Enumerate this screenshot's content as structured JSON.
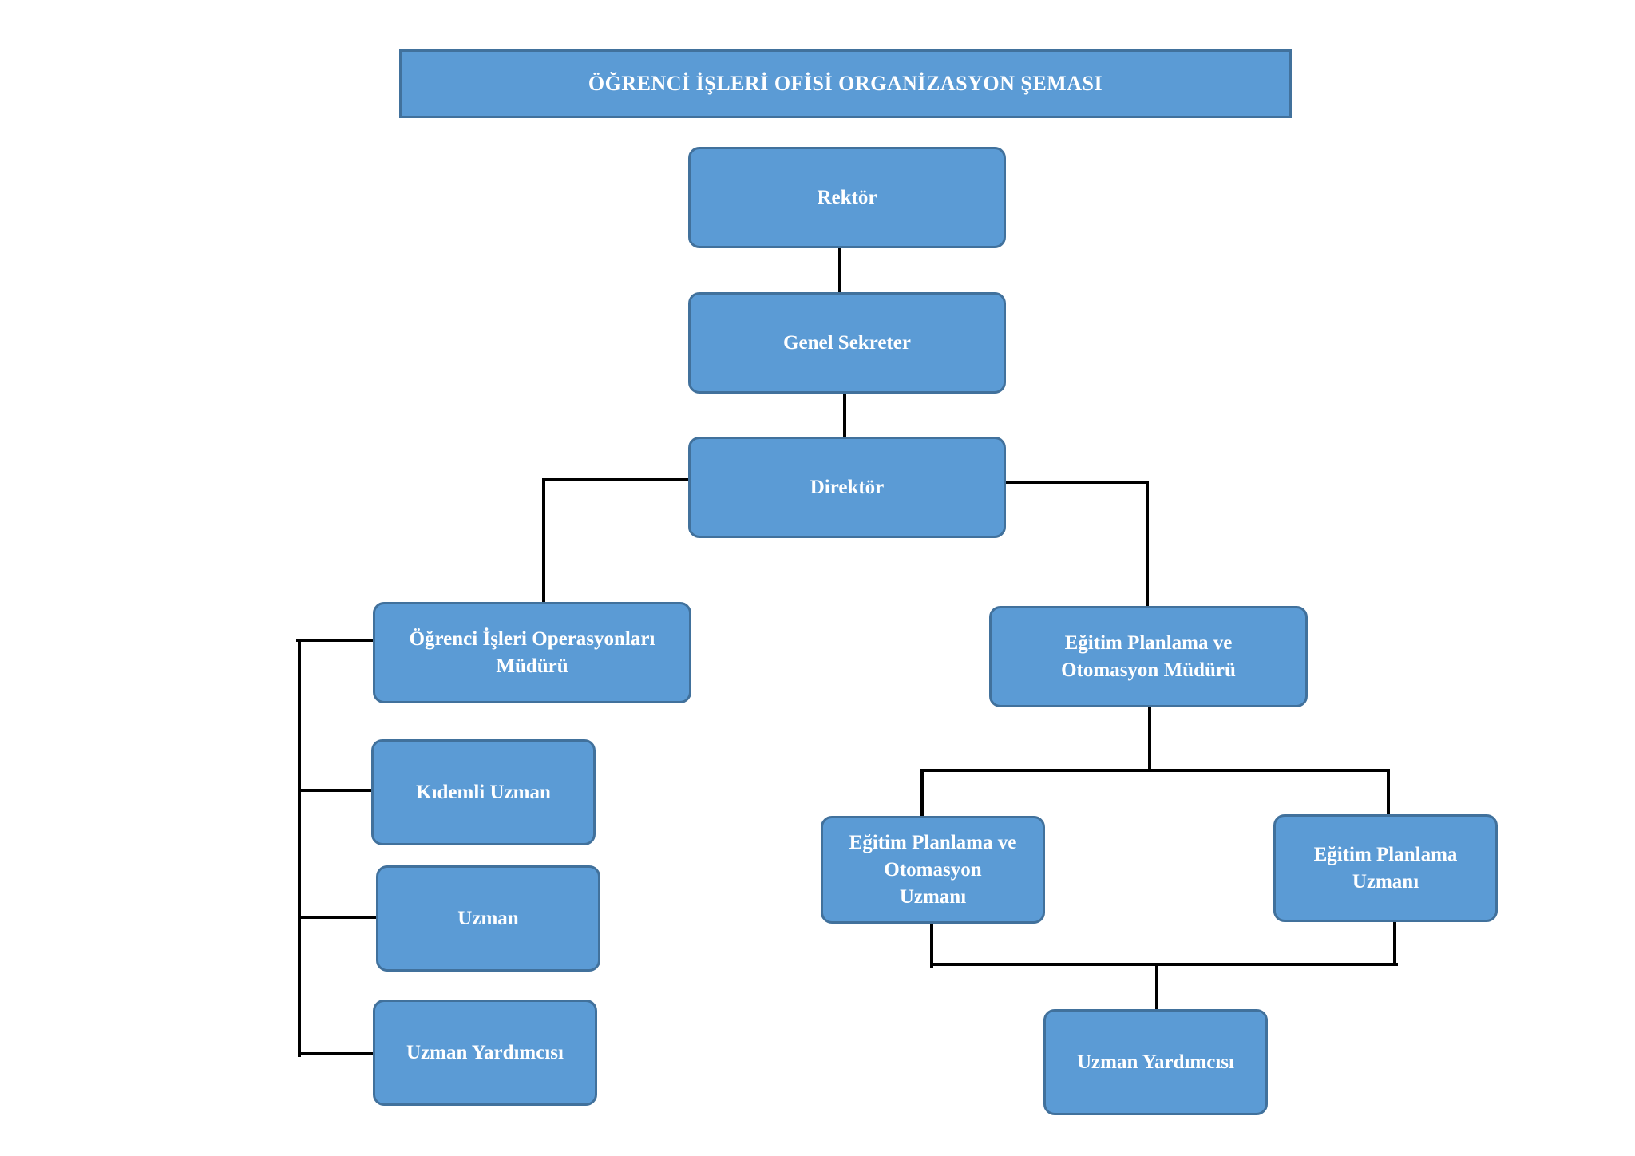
{
  "title": "ÖĞRENCİ İŞLERİ OFİSİ ORGANİZASYON ŞEMASI",
  "colors": {
    "node_fill": "#5b9bd5",
    "node_border": "#41719c",
    "text": "#ffffff",
    "connector": "#000000"
  },
  "nodes": {
    "rektor": "Rektör",
    "genel_sekreter": "Genel Sekreter",
    "direktor": "Direktör",
    "ogrenci_isleri_muduru": "Öğrenci İşleri Operasyonları\nMüdürü",
    "kidemli_uzman": "Kıdemli Uzman",
    "uzman": "Uzman",
    "uzman_yardimcisi_left": "Uzman Yardımcısı",
    "egitim_planlama_muduru": "Eğitim Planlama ve\nOtomasyon Müdürü",
    "egitim_planlama_otomasyon_uzmani": "Eğitim Planlama ve\nOtomasyon\nUzmanı",
    "egitim_planlama_uzmani": "Eğitim Planlama\nUzmanı",
    "uzman_yardimcisi_right": "Uzman Yardımcısı"
  },
  "edges": [
    [
      "rektor",
      "genel_sekreter"
    ],
    [
      "genel_sekreter",
      "direktor"
    ],
    [
      "direktor",
      "ogrenci_isleri_muduru"
    ],
    [
      "direktor",
      "egitim_planlama_muduru"
    ],
    [
      "ogrenci_isleri_muduru",
      "kidemli_uzman"
    ],
    [
      "ogrenci_isleri_muduru",
      "uzman"
    ],
    [
      "ogrenci_isleri_muduru",
      "uzman_yardimcisi_left"
    ],
    [
      "egitim_planlama_muduru",
      "egitim_planlama_otomasyon_uzmani"
    ],
    [
      "egitim_planlama_muduru",
      "egitim_planlama_uzmani"
    ],
    [
      "egitim_planlama_otomasyon_uzmani",
      "uzman_yardimcisi_right"
    ],
    [
      "egitim_planlama_uzmani",
      "uzman_yardimcisi_right"
    ]
  ]
}
